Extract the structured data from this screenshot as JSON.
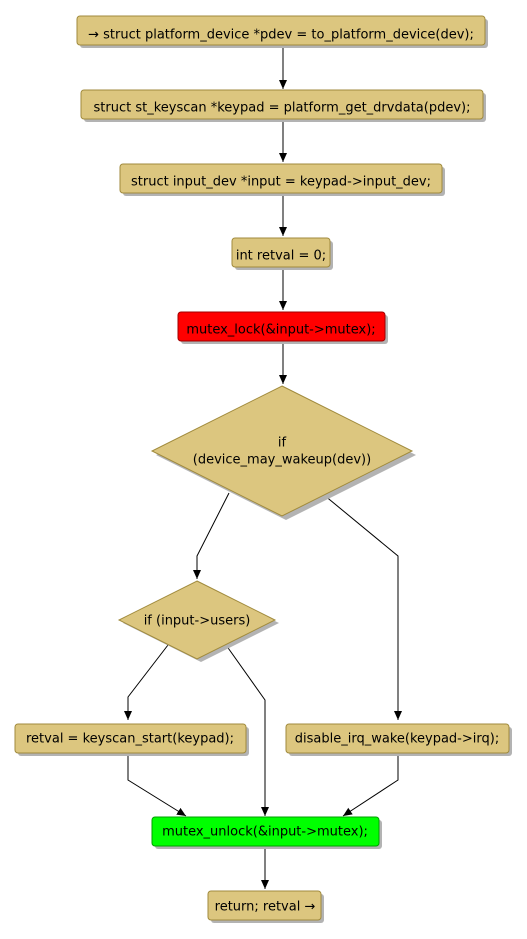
{
  "colors": {
    "node_fill": "#dcc67f",
    "node_stroke": "#a08a3c",
    "shadow": "#b3b3b3",
    "lock_fill": "#ff0000",
    "unlock_fill": "#00ff00",
    "edge": "#000000"
  },
  "nodes": {
    "n1": "→ struct platform_device *pdev = to_platform_device(dev);",
    "n2": "struct st_keyscan *keypad = platform_get_drvdata(pdev);",
    "n3": "struct input_dev *input = keypad->input_dev;",
    "n4": "int retval = 0;",
    "n5": "mutex_lock(&input->mutex);",
    "d1_line1": "if",
    "d1_line2": "(device_may_wakeup(dev))",
    "d2": "if (input->users)",
    "n6": "retval = keyscan_start(keypad);",
    "n7": "disable_irq_wake(keypad->irq);",
    "n8": "mutex_unlock(&input->mutex);",
    "n9": "return; retval →"
  }
}
